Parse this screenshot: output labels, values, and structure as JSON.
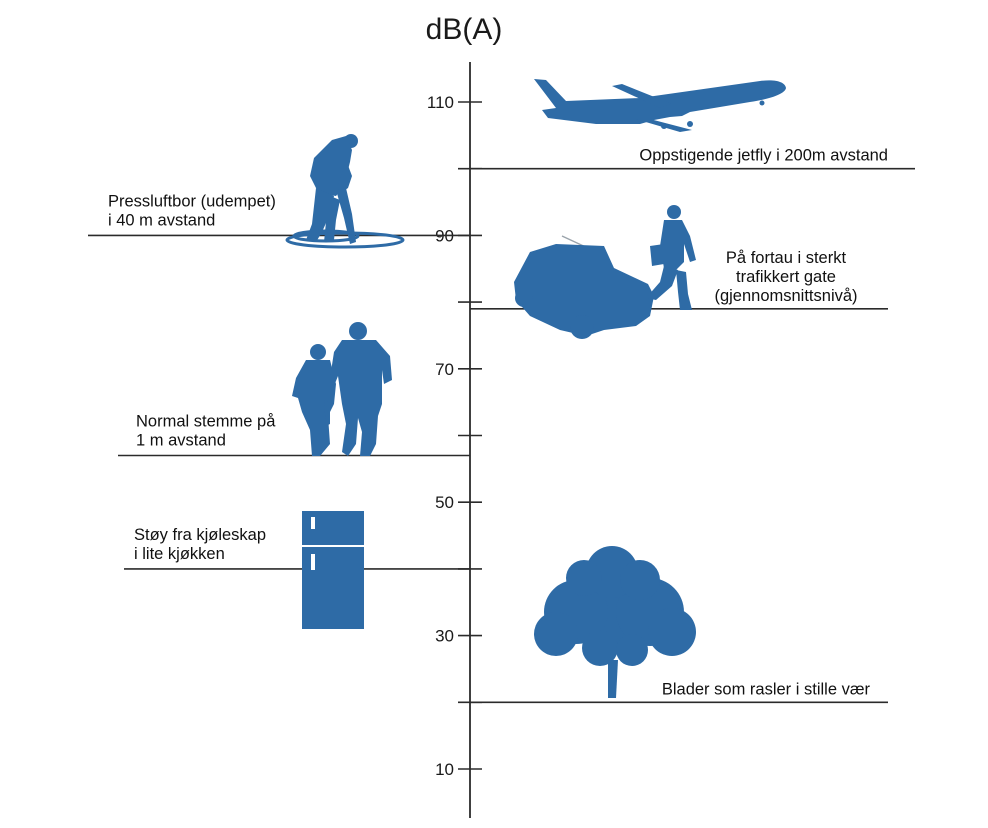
{
  "colors": {
    "silhouette": "#2e6ba6",
    "line": "#2b2b2b",
    "text": "#1a1a1a"
  },
  "chart_data": {
    "type": "scale",
    "title": "dB(A)",
    "ylim": [
      0,
      117
    ],
    "ticks": [
      {
        "value": 10,
        "label": "10"
      },
      {
        "value": 20,
        "label": ""
      },
      {
        "value": 30,
        "label": "30"
      },
      {
        "value": 40,
        "label": ""
      },
      {
        "value": 50,
        "label": "50"
      },
      {
        "value": 60,
        "label": ""
      },
      {
        "value": 70,
        "label": "70"
      },
      {
        "value": 80,
        "label": ""
      },
      {
        "value": 90,
        "label": "90"
      },
      {
        "value": 100,
        "label": ""
      },
      {
        "value": 110,
        "label": "110"
      }
    ],
    "sources": [
      {
        "id": "jetfly",
        "side": "right",
        "value": 100,
        "lines": [
          "Oppstigende jetfly i 200m avstand"
        ],
        "icon": "airplane-icon"
      },
      {
        "id": "pressluftbor",
        "side": "left",
        "value": 90,
        "lines": [
          "Pressluftbor (udempet)",
          "i 40 m avstand"
        ],
        "icon": "jackhammer-worker-icon"
      },
      {
        "id": "fortau",
        "side": "right",
        "value": 79,
        "lines": [
          "På fortau i sterkt",
          "trafikkert gate",
          "(gjennomsnittsnivå)"
        ],
        "icon": "car-and-pedestrian-icon"
      },
      {
        "id": "stemme",
        "side": "left",
        "value": 57,
        "lines": [
          "Normal stemme på",
          "1 m avstand"
        ],
        "icon": "two-people-walking-icon"
      },
      {
        "id": "kjoleskap",
        "side": "left",
        "value": 40,
        "lines": [
          "Støy fra kjøleskap",
          "i lite kjøkken"
        ],
        "icon": "refrigerator-icon"
      },
      {
        "id": "blader",
        "side": "right",
        "value": 20,
        "lines": [
          "Blader som rasler i stille vær"
        ],
        "icon": "tree-icon"
      }
    ]
  }
}
